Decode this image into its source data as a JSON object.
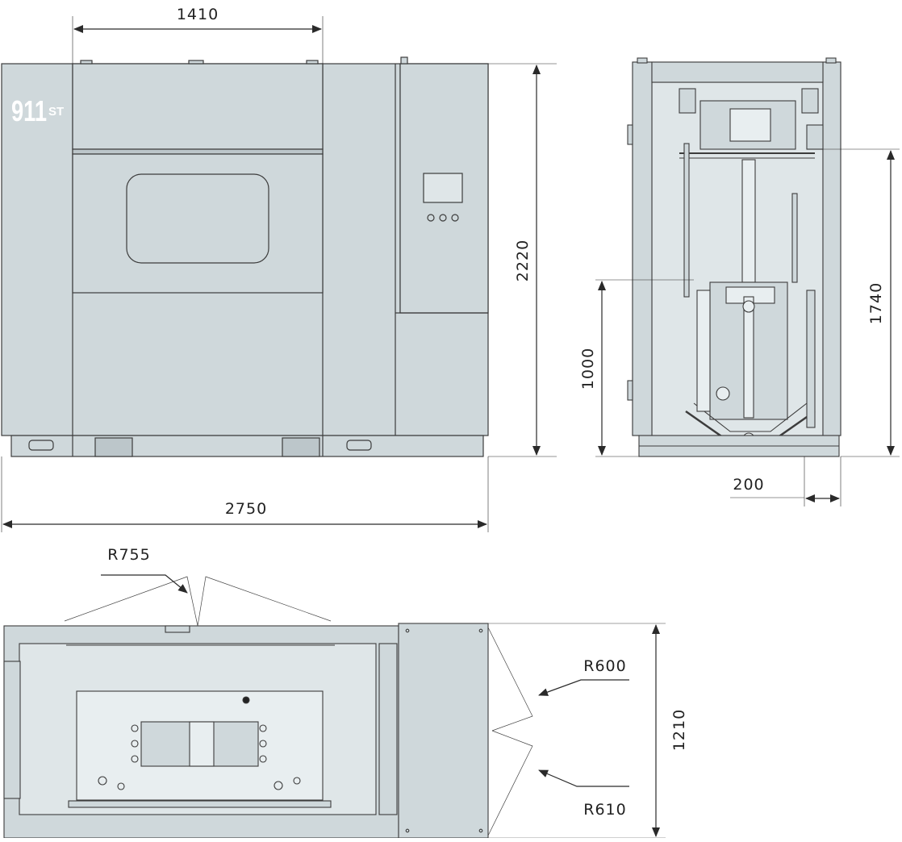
{
  "figure": {
    "colors": {
      "panel": "#cfd8db",
      "panel_dark": "#b9c4c8",
      "stroke": "#3c3c3c",
      "line": "#2a2a2a",
      "white": "#ffffff"
    },
    "front_view": {
      "brand_number": "911",
      "brand_suffix": "ST",
      "buttons_count": 3
    },
    "dimensions": {
      "door_width": "1410",
      "total_width": "2750",
      "height": "2220",
      "side_height": "1740",
      "side_lower_height": "1000",
      "side_offset": "200",
      "top_depth": "1210"
    },
    "radii": {
      "r755": "R755",
      "r600": "R600",
      "r610": "R610"
    }
  }
}
